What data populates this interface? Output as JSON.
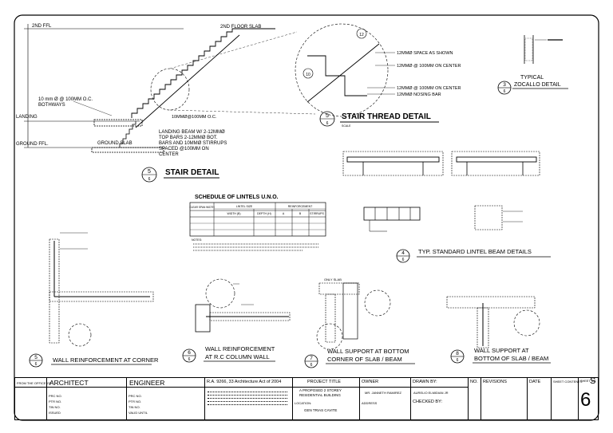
{
  "stair_detail": {
    "levels": {
      "second_ffl": "2ND FFL",
      "second_floor_slab": "2ND FLOOR SLAB",
      "landing": "LANDING",
      "ground_ffl": "GROUND FFL.",
      "ground_slab": "GROUND SLAB"
    },
    "notes": {
      "bars": "10 mm Ø @ 100MM O.C.",
      "bothways": "BOTHWAYS",
      "stirrups": "10MMØ@100MM O.C.",
      "beam_lines": [
        "LANDING BEAM W/ 2-12MMØ",
        "TOP BARS 2-12MMØ BOT.",
        "BARS AND 10MMØ STIRRUPS",
        "SPACED @100MM ON",
        "CENTER"
      ]
    },
    "title": "STAIR DETAIL",
    "num": "5",
    "sheet": "6"
  },
  "thread_detail": {
    "notes": [
      "12MMØ SPACE AS SHOWN",
      "12MMØ @ 100MM ON CENTER",
      "12MMØ @ 100MM ON CENTER",
      "12MMØ NOSING BAR"
    ],
    "title": "STAIR THREAD DETAIL",
    "num": "5",
    "sheet": "6",
    "scale": "SCALE",
    "markers": [
      "12",
      "10"
    ]
  },
  "zocallo": {
    "title_1": "TYPICAL",
    "title_2": "ZOCALLO DETAIL",
    "num": "3",
    "sheet": "6"
  },
  "lintel_schedule": {
    "title": "SCHEDULE OF LINTELS U.N.O.",
    "headers": [
      "CLEAR SPAN WIDTH",
      "LINTEL SIZE",
      "REINFORCEMENT"
    ],
    "subheaders": [
      "WIDTH (B)",
      "DEPTH (H)",
      "A",
      "B",
      "STIRRUPS"
    ],
    "notes_label": "NOTES:"
  },
  "lintel_beam": {
    "title": "TYP. STANDARD LINTEL BEAM DETAILS",
    "num": "4",
    "sheet": "6"
  },
  "wall_corner": {
    "title": "WALL REINFORCEMENT AT CORNER",
    "num": "5",
    "sheet": "6"
  },
  "wall_column": {
    "title_1": "WALL REINFORCEMENT",
    "title_2": "AT R.C COLUMN WALL",
    "num": "6",
    "sheet": "6"
  },
  "wall_support_corner": {
    "title_1": "WALL SUPPORT AT BOTTOM",
    "title_2": "CORNER OF SLAB / BEAM",
    "num": "7",
    "sheet": "6",
    "label": "ONLY SLAB"
  },
  "wall_support_bottom": {
    "title_1": "WALL SUPPORT AT",
    "title_2": "BOTTOM OF SLAB / BEAM",
    "num": "8",
    "sheet": "6"
  },
  "title_block": {
    "from_office": "FROM THE OFFICE OF",
    "architect": "ARCHITECT",
    "engineer": "ENGINEER",
    "ra": "R.A. 9266, 33 Architecture Act of 2004",
    "project_title_label": "PROJECT TITLE",
    "project_title_1": "A PROPOSED 2 STOREY",
    "project_title_2": "RESIDENTIAL BUILDING",
    "owner_label": "OWNER",
    "owner": "MR. JANNETH RAMIREZ",
    "drawn_label": "DRAWN BY:",
    "drawn": "AURELIO ELMIDIAN JR",
    "checked_label": "CHECKED BY:",
    "location_label": "LOCATION:",
    "location": "GEN TRIAS CAVITE",
    "address_label": "ADDRESS",
    "no_label": "NO.",
    "revisions_label": "REVISIONS",
    "date_label": "DATE",
    "sheet_contents_label": "SHEET CONTENTS",
    "sheet_no_label": "SHEET NO.",
    "sheet_letter": "S",
    "sheet_number": "6",
    "prc_labels": [
      "PRC NO.",
      "PTR NO.",
      "TIN NO.",
      "ISSUED",
      "VALID UNTIL"
    ]
  }
}
